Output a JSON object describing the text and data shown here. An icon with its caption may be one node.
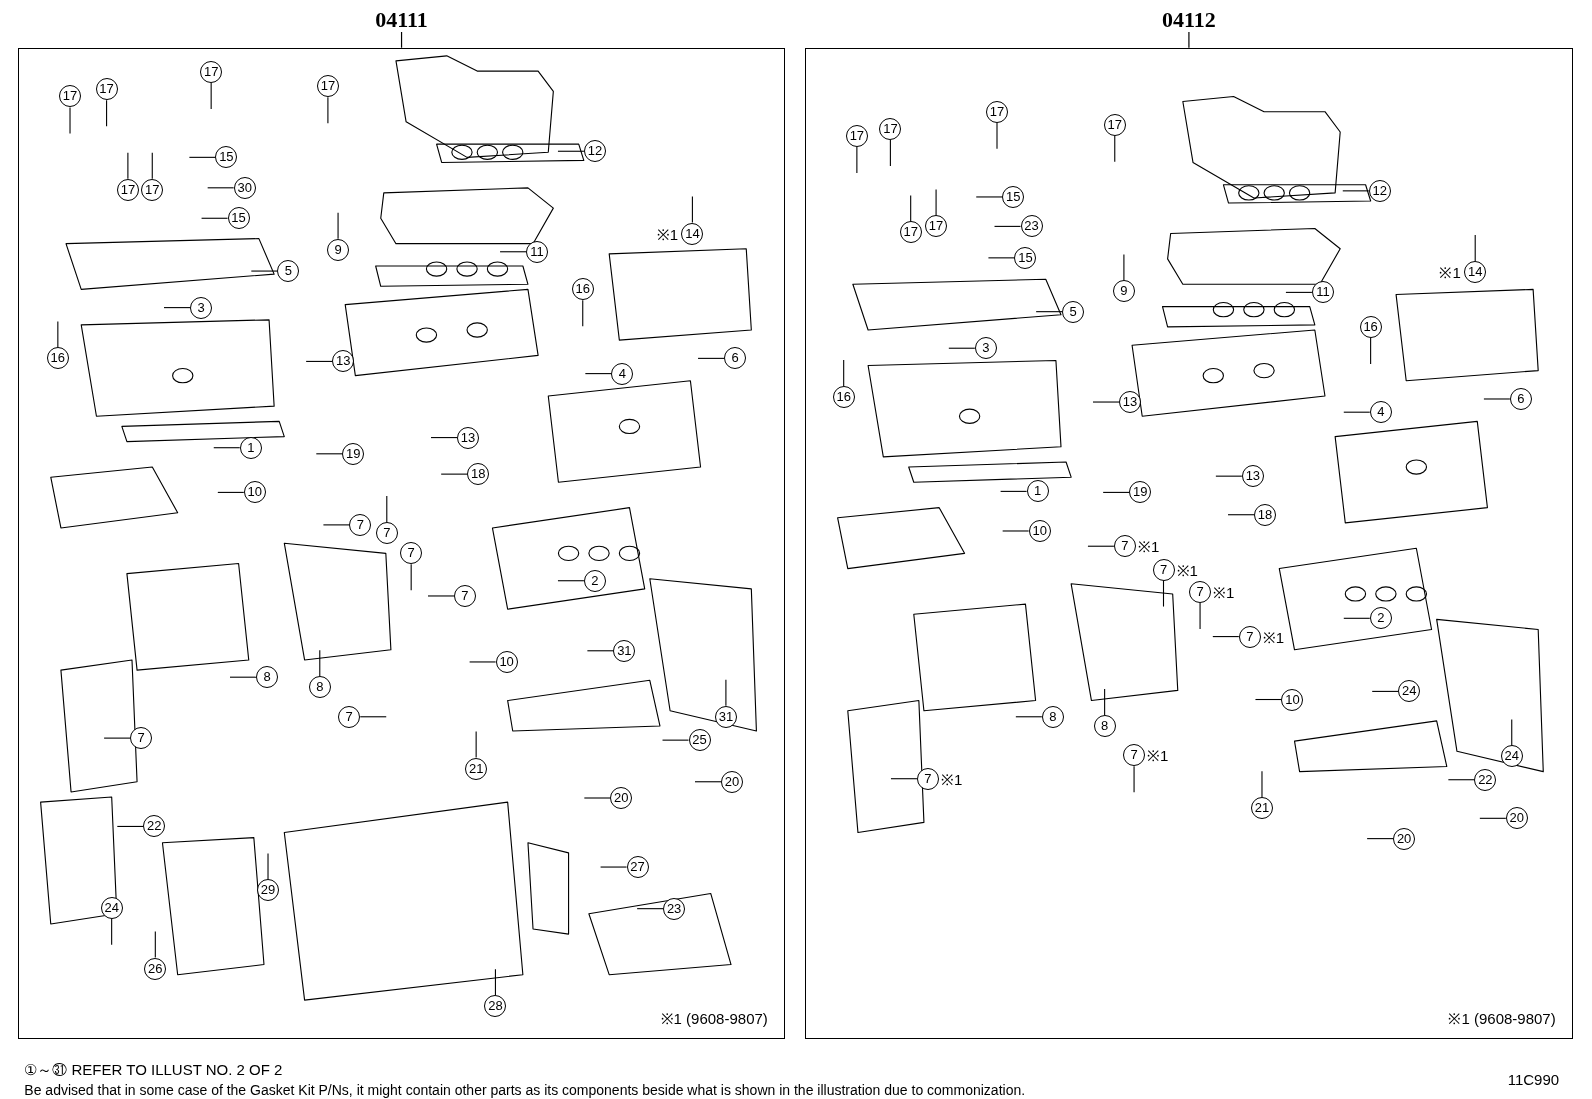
{
  "diagram": {
    "nodes": [
      {
        "text": [
          "04111"
        ]
      },
      {
        "text": [
          "17"
        ],
        "in": 0
      },
      {
        "text": [
          "17"
        ],
        "in": 0
      },
      {
        "text": [
          "17"
        ],
        "in": 0
      },
      {
        "text": [
          "17"
        ],
        "in": 0
      },
      {
        "text": [
          "12"
        ],
        "in": 0
      },
      {
        "text": [
          "15"
        ],
        "in": 0
      },
      {
        "text": [
          "30"
        ],
        "in": 0
      },
      {
        "text": [
          "17"
        ],
        "in": 0
      },
      {
        "text": [
          "17"
        ],
        "in": 0
      },
      {
        "text": [
          "15"
        ],
        "in": 0
      },
      {
        "text": [
          "14"
        ],
        "in": 0,
        "beside": [
          "※1"
        ]
      },
      {
        "text": [
          "9"
        ],
        "in": 0
      },
      {
        "text": [
          "11"
        ],
        "in": 0
      },
      {
        "text": [
          "5"
        ],
        "in": 0
      },
      {
        "text": [
          "16"
        ],
        "in": 0
      },
      {
        "text": [
          "3"
        ],
        "in": 0
      },
      {
        "text": [
          "16"
        ],
        "in": 0
      },
      {
        "text": [
          "6"
        ],
        "in": 0
      },
      {
        "text": [
          "13"
        ],
        "in": 0
      },
      {
        "text": [
          "4"
        ],
        "in": 0
      },
      {
        "text": [
          "13"
        ],
        "in": 0
      },
      {
        "text": [
          "1"
        ],
        "in": 0
      },
      {
        "text": [
          "19"
        ],
        "in": 0
      },
      {
        "text": [
          "18"
        ],
        "in": 0
      },
      {
        "text": [
          "10"
        ],
        "in": 0
      },
      {
        "text": [
          "7"
        ],
        "in": 0
      },
      {
        "text": [
          "7"
        ],
        "in": 0
      },
      {
        "text": [
          "7"
        ],
        "in": 0
      },
      {
        "text": [
          "2"
        ],
        "in": 0
      },
      {
        "text": [
          "7"
        ],
        "in": 0
      },
      {
        "text": [
          "31"
        ],
        "in": 0
      },
      {
        "text": [
          "10"
        ],
        "in": 0
      },
      {
        "text": [
          "8"
        ],
        "in": 0
      },
      {
        "text": [
          "8"
        ],
        "in": 0
      },
      {
        "text": [
          "7"
        ],
        "in": 0
      },
      {
        "text": [
          "31"
        ],
        "in": 0
      },
      {
        "text": [
          "7"
        ],
        "in": 0
      },
      {
        "text": [
          "25"
        ],
        "in": 0
      },
      {
        "text": [
          "21"
        ],
        "in": 0
      },
      {
        "text": [
          "20"
        ],
        "in": 0
      },
      {
        "text": [
          "20"
        ],
        "in": 0
      },
      {
        "text": [
          "22"
        ],
        "in": 0
      },
      {
        "text": [
          "27"
        ],
        "in": 0
      },
      {
        "text": [
          "29"
        ],
        "in": 0
      },
      {
        "text": [
          "24"
        ],
        "in": 0
      },
      {
        "text": [
          "23"
        ],
        "in": 0
      },
      {
        "text": [
          "26"
        ],
        "in": 0
      },
      {
        "text": [
          "28"
        ],
        "in": 0
      },
      {
        "text": [
          "04112"
        ]
      },
      {
        "text": [
          "17"
        ],
        "in": 49
      },
      {
        "text": [
          "17"
        ],
        "in": 49
      },
      {
        "text": [
          "17"
        ],
        "in": 49
      },
      {
        "text": [
          "17"
        ],
        "in": 49
      },
      {
        "text": [
          "12"
        ],
        "in": 49
      },
      {
        "text": [
          "15"
        ],
        "in": 49
      },
      {
        "text": [
          "23"
        ],
        "in": 49
      },
      {
        "text": [
          "17"
        ],
        "in": 49
      },
      {
        "text": [
          "17"
        ],
        "in": 49
      },
      {
        "text": [
          "15"
        ],
        "in": 49
      },
      {
        "text": [
          "14"
        ],
        "in": 49,
        "beside": [
          "※1"
        ]
      },
      {
        "text": [
          "9"
        ],
        "in": 49
      },
      {
        "text": [
          "11"
        ],
        "in": 49
      },
      {
        "text": [
          "5"
        ],
        "in": 49
      },
      {
        "text": [
          "16"
        ],
        "in": 49
      },
      {
        "text": [
          "3"
        ],
        "in": 49
      },
      {
        "text": [
          "16"
        ],
        "in": 49
      },
      {
        "text": [
          "6"
        ],
        "in": 49
      },
      {
        "text": [
          "13"
        ],
        "in": 49
      },
      {
        "text": [
          "4"
        ],
        "in": 49
      },
      {
        "text": [
          "13"
        ],
        "in": 49
      },
      {
        "text": [
          "1"
        ],
        "in": 49
      },
      {
        "text": [
          "19"
        ],
        "in": 49
      },
      {
        "text": [
          "18"
        ],
        "in": 49
      },
      {
        "text": [
          "10"
        ],
        "in": 49
      },
      {
        "text": [
          "7"
        ],
        "in": 49,
        "beside": [
          "※1"
        ]
      },
      {
        "text": [
          "7"
        ],
        "in": 49,
        "beside": [
          "※1"
        ]
      },
      {
        "text": [
          "7"
        ],
        "in": 49,
        "beside": [
          "※1"
        ]
      },
      {
        "text": [
          "2"
        ],
        "in": 49
      },
      {
        "text": [
          "7"
        ],
        "in": 49,
        "beside": [
          "※1"
        ]
      },
      {
        "text": [
          "24"
        ],
        "in": 49
      },
      {
        "text": [
          "10"
        ],
        "in": 49
      },
      {
        "text": [
          "8"
        ],
        "in": 49
      },
      {
        "text": [
          "8"
        ],
        "in": 49
      },
      {
        "text": [
          "7"
        ],
        "in": 49,
        "beside": [
          "※1"
        ]
      },
      {
        "text": [
          "24"
        ],
        "in": 49
      },
      {
        "text": [
          "22"
        ],
        "in": 49
      },
      {
        "text": [
          "7"
        ],
        "in": 49,
        "beside": [
          "※1"
        ]
      },
      {
        "text": [
          "21"
        ],
        "in": 49
      },
      {
        "text": [
          "20"
        ],
        "in": 49
      },
      {
        "text": [
          "20"
        ],
        "in": 49
      }
    ],
    "edges": [
      {
        "from": 1,
        "to": null,
        "arrow": "none"
      },
      {
        "from": 2,
        "to": null,
        "arrow": "none"
      },
      {
        "from": 3,
        "to": null,
        "arrow": "none"
      },
      {
        "from": 4,
        "to": null,
        "arrow": "none"
      },
      {
        "from": 5,
        "to": null,
        "arrow": "none"
      },
      {
        "from": 6,
        "to": null,
        "arrow": "none"
      },
      {
        "from": 7,
        "to": null,
        "arrow": "none"
      },
      {
        "from": 8,
        "to": null,
        "arrow": "none"
      },
      {
        "from": 9,
        "to": null,
        "arrow": "none"
      },
      {
        "from": 10,
        "to": null,
        "arrow": "none"
      },
      {
        "from": 11,
        "to": null,
        "arrow": "none"
      },
      {
        "from": 12,
        "to": null,
        "arrow": "none"
      },
      {
        "from": 13,
        "to": null,
        "arrow": "none"
      },
      {
        "from": 14,
        "to": null,
        "arrow": "none"
      },
      {
        "from": 15,
        "to": null,
        "arrow": "none"
      },
      {
        "from": 16,
        "to": null,
        "arrow": "none"
      },
      {
        "from": 17,
        "to": null,
        "arrow": "none"
      },
      {
        "from": 18,
        "to": null,
        "arrow": "none"
      },
      {
        "from": 19,
        "to": null,
        "arrow": "none"
      },
      {
        "from": 20,
        "to": null,
        "arrow": "none"
      },
      {
        "from": 21,
        "to": null,
        "arrow": "none"
      },
      {
        "from": 22,
        "to": null,
        "arrow": "none"
      },
      {
        "from": 23,
        "to": null,
        "arrow": "none"
      },
      {
        "from": 24,
        "to": null,
        "arrow": "none"
      },
      {
        "from": 25,
        "to": null,
        "arrow": "none"
      },
      {
        "from": 26,
        "to": null,
        "arrow": "none"
      },
      {
        "from": 27,
        "to": null,
        "arrow": "none"
      },
      {
        "from": 28,
        "to": null,
        "arrow": "none"
      },
      {
        "from": 29,
        "to": null,
        "arrow": "none"
      },
      {
        "from": 30,
        "to": null,
        "arrow": "none"
      },
      {
        "from": 31,
        "to": null,
        "arrow": "none"
      },
      {
        "from": 32,
        "to": null,
        "arrow": "none"
      },
      {
        "from": 33,
        "to": null,
        "arrow": "none"
      },
      {
        "from": 34,
        "to": null,
        "arrow": "none"
      },
      {
        "from": 35,
        "to": null,
        "arrow": "none"
      },
      {
        "from": 36,
        "to": null,
        "arrow": "none"
      },
      {
        "from": 37,
        "to": null,
        "arrow": "none"
      },
      {
        "from": 38,
        "to": null,
        "arrow": "none"
      },
      {
        "from": 39,
        "to": null,
        "arrow": "none"
      },
      {
        "from": 40,
        "to": null,
        "arrow": "none"
      },
      {
        "from": 41,
        "to": null,
        "arrow": "none"
      },
      {
        "from": 42,
        "to": null,
        "arrow": "none"
      },
      {
        "from": 43,
        "to": null,
        "arrow": "none"
      },
      {
        "from": 44,
        "to": null,
        "arrow": "none"
      },
      {
        "from": 45,
        "to": null,
        "arrow": "none"
      },
      {
        "from": 46,
        "to": null,
        "arrow": "none"
      },
      {
        "from": 47,
        "to": null,
        "arrow": "none"
      },
      {
        "from": 48,
        "to": null,
        "arrow": "none"
      },
      {
        "from": 50,
        "to": null,
        "arrow": "none"
      },
      {
        "from": 51,
        "to": null,
        "arrow": "none"
      },
      {
        "from": 52,
        "to": null,
        "arrow": "none"
      },
      {
        "from": 53,
        "to": null,
        "arrow": "none"
      },
      {
        "from": 54,
        "to": null,
        "arrow": "none"
      },
      {
        "from": 55,
        "to": null,
        "arrow": "none"
      },
      {
        "from": 56,
        "to": null,
        "arrow": "none"
      },
      {
        "from": 57,
        "to": null,
        "arrow": "none"
      },
      {
        "from": 58,
        "to": null,
        "arrow": "none"
      },
      {
        "from": 59,
        "to": null,
        "arrow": "none"
      },
      {
        "from": 60,
        "to": null,
        "arrow": "none"
      },
      {
        "from": 61,
        "to": null,
        "arrow": "none"
      },
      {
        "from": 62,
        "to": null,
        "arrow": "none"
      },
      {
        "from": 63,
        "to": null,
        "arrow": "none"
      },
      {
        "from": 64,
        "to": null,
        "arrow": "none"
      },
      {
        "from": 65,
        "to": null,
        "arrow": "none"
      },
      {
        "from": 66,
        "to": null,
        "arrow": "none"
      },
      {
        "from": 67,
        "to": null,
        "arrow": "none"
      },
      {
        "from": 68,
        "to": null,
        "arrow": "none"
      },
      {
        "from": 69,
        "to": null,
        "arrow": "none"
      },
      {
        "from": 70,
        "to": null,
        "arrow": "none"
      },
      {
        "from": 71,
        "to": null,
        "arrow": "none"
      },
      {
        "from": 72,
        "to": null,
        "arrow": "none"
      },
      {
        "from": 73,
        "to": null,
        "arrow": "none"
      },
      {
        "from": 74,
        "to": null,
        "arrow": "none"
      },
      {
        "from": 75,
        "to": null,
        "arrow": "none"
      },
      {
        "from": 76,
        "to": null,
        "arrow": "none"
      },
      {
        "from": 77,
        "to": null,
        "arrow": "none"
      },
      {
        "from": 78,
        "to": null,
        "arrow": "none"
      },
      {
        "from": 79,
        "to": null,
        "arrow": "none"
      },
      {
        "from": 80,
        "to": null,
        "arrow": "none"
      },
      {
        "from": 81,
        "to": null,
        "arrow": "none"
      },
      {
        "from": 82,
        "to": null,
        "arrow": "none"
      },
      {
        "from": 83,
        "to": null,
        "arrow": "none"
      },
      {
        "from": 84,
        "to": null,
        "arrow": "none"
      },
      {
        "from": 85,
        "to": null,
        "arrow": "none"
      },
      {
        "from": 86,
        "to": null,
        "arrow": "none"
      },
      {
        "from": 87,
        "to": null,
        "arrow": "none"
      },
      {
        "from": 88,
        "to": null,
        "arrow": "none"
      },
      {
        "from": 89,
        "to": null,
        "arrow": "none"
      },
      {
        "from": 90,
        "to": null,
        "arrow": "none"
      }
    ],
    "labels": [
      "※1 (9608-9807)",
      "※1 (9608-9807)",
      "①～㉛ REFER TO ILLUST NO. 2 OF 2",
      "Be advised that in some case of the Gasket Kit P/Ns,  it might contain other parts as its components beside what is shown in the illustration due to commonization.",
      "11C990"
    ]
  }
}
